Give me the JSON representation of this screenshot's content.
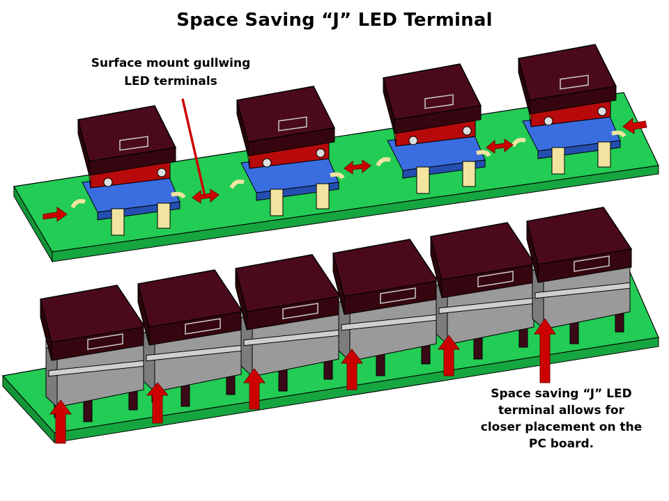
{
  "slide": {
    "title": "Space Saving “J” LED Terminal"
  },
  "callouts": {
    "gullwing_line1": "Surface mount gullwing",
    "gullwing_line2": "LED terminals",
    "j_terminal_line1": "Space saving “J” LED",
    "j_terminal_line2": "terminal allows for",
    "j_terminal_line3": "closer placement on the",
    "j_terminal_line4": "PC board."
  },
  "colors": {
    "board": "#22cc55",
    "cap": "#4a0a1c",
    "housing_red": "#b80a0a",
    "housing_gold": "#e8b830",
    "base_blue": "#3a6ee0",
    "housing_grey": "#a8a8a8",
    "terminal": "#f0e4a0",
    "arrow": "#cc0000"
  }
}
